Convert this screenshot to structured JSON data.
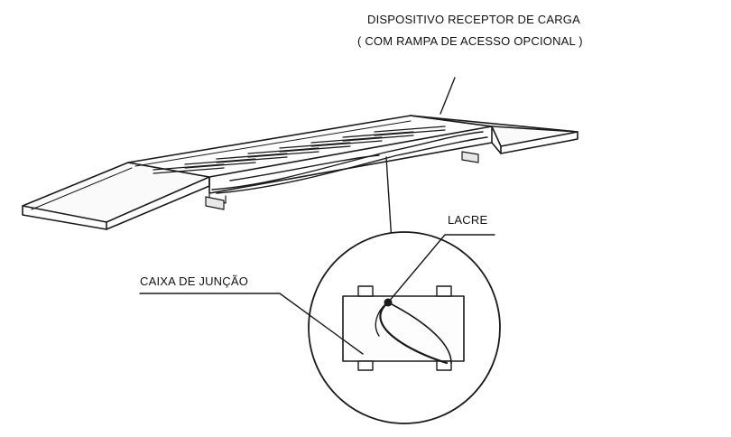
{
  "labels": {
    "device_title_line1": "DISPOSITIVO RECEPTOR DE CARGA",
    "device_title_line2": "( COM RAMPA DE ACESSO OPCIONAL )",
    "seal": "LACRE",
    "junction_box": "CAIXA DE JUNÇÃO"
  },
  "colors": {
    "stroke": "#1a1a1a",
    "background": "#ffffff"
  }
}
